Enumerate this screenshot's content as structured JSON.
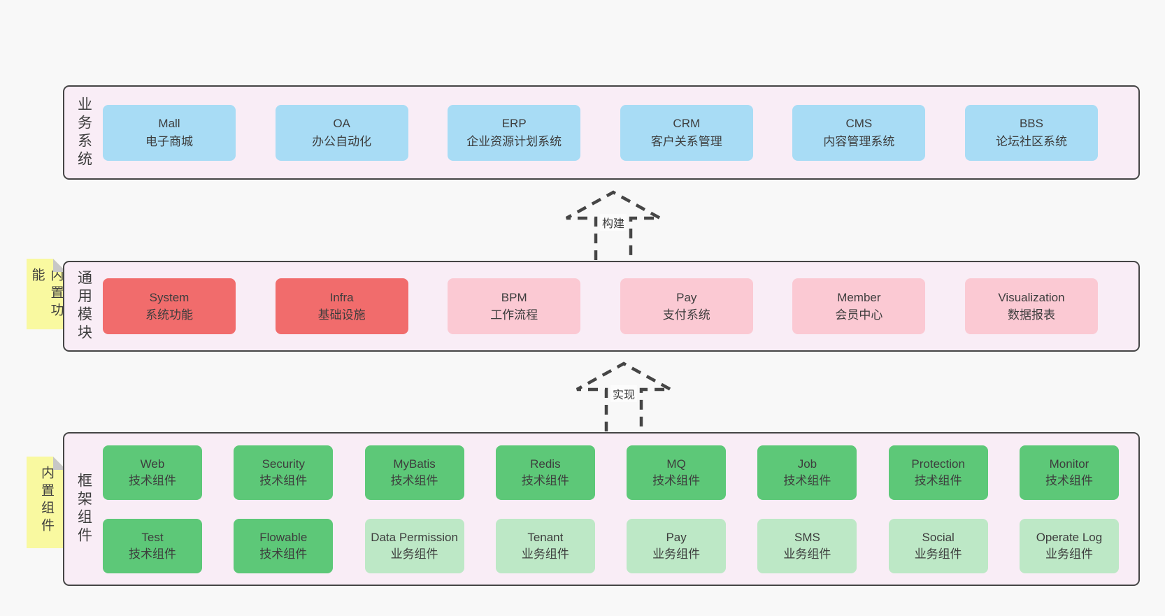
{
  "colors": {
    "page-bg": "#f8f8f8",
    "panel": "#f9edf6",
    "border": "#454545",
    "text": "#3d3d3d",
    "blue": "#a8dcf5",
    "red": "#f16c6c",
    "pink": "#fbc9d3",
    "green": "#5dc878",
    "lightgreen": "#bde8c6",
    "yellow": "#f9f9a0",
    "fold": "#c7c7c7"
  },
  "arrows": [
    {
      "label": "构建"
    },
    {
      "label": "实现"
    }
  ],
  "layers": [
    {
      "title": "业务系统",
      "note": "",
      "rows": [
        [
          {
            "name": "Mall",
            "subtitle": "电子商城",
            "variant": "blue"
          },
          {
            "name": "OA",
            "subtitle": "办公自动化",
            "variant": "blue"
          },
          {
            "name": "ERP",
            "subtitle": "企业资源计划系统",
            "variant": "blue"
          },
          {
            "name": "CRM",
            "subtitle": "客户关系管理",
            "variant": "blue"
          },
          {
            "name": "CMS",
            "subtitle": "内容管理系统",
            "variant": "blue"
          },
          {
            "name": "BBS",
            "subtitle": "论坛社区系统",
            "variant": "blue"
          }
        ]
      ]
    },
    {
      "title": "通用模块",
      "note": "内置功能",
      "rows": [
        [
          {
            "name": "System",
            "subtitle": "系统功能",
            "variant": "red"
          },
          {
            "name": "Infra",
            "subtitle": "基础设施",
            "variant": "red"
          },
          {
            "name": "BPM",
            "subtitle": "工作流程",
            "variant": "pink"
          },
          {
            "name": "Pay",
            "subtitle": "支付系统",
            "variant": "pink"
          },
          {
            "name": "Member",
            "subtitle": "会员中心",
            "variant": "pink"
          },
          {
            "name": "Visualization",
            "subtitle": "数据报表",
            "variant": "pink"
          }
        ]
      ]
    },
    {
      "title": "框架组件",
      "note": "内置组件",
      "rows": [
        [
          {
            "name": "Web",
            "subtitle": "技术组件",
            "variant": "green"
          },
          {
            "name": "Security",
            "subtitle": "技术组件",
            "variant": "green"
          },
          {
            "name": "MyBatis",
            "subtitle": "技术组件",
            "variant": "green"
          },
          {
            "name": "Redis",
            "subtitle": "技术组件",
            "variant": "green"
          },
          {
            "name": "MQ",
            "subtitle": "技术组件",
            "variant": "green"
          },
          {
            "name": "Job",
            "subtitle": "技术组件",
            "variant": "green"
          },
          {
            "name": "Protection",
            "subtitle": "技术组件",
            "variant": "green"
          },
          {
            "name": "Monitor",
            "subtitle": "技术组件",
            "variant": "green"
          }
        ],
        [
          {
            "name": "Test",
            "subtitle": "技术组件",
            "variant": "green"
          },
          {
            "name": "Flowable",
            "subtitle": "技术组件",
            "variant": "green"
          },
          {
            "name": "Data Permission",
            "subtitle": "业务组件",
            "variant": "lightgreen"
          },
          {
            "name": "Tenant",
            "subtitle": "业务组件",
            "variant": "lightgreen"
          },
          {
            "name": "Pay",
            "subtitle": "业务组件",
            "variant": "lightgreen"
          },
          {
            "name": "SMS",
            "subtitle": "业务组件",
            "variant": "lightgreen"
          },
          {
            "name": "Social",
            "subtitle": "业务组件",
            "variant": "lightgreen"
          },
          {
            "name": "Operate Log",
            "subtitle": "业务组件",
            "variant": "lightgreen"
          }
        ]
      ]
    }
  ]
}
